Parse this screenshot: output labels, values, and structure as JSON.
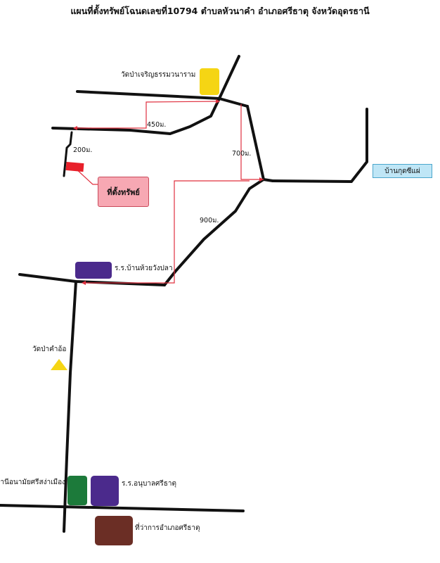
{
  "title": "แผนที่ตั้งทรัพย์โฉนดเลขที่10794 ตำบลหัวนาคำ อำเภอศรีธาตุ จังหวัดอุดรธานี",
  "labels": {
    "temple_north": "วัดป่าเจริญธรรมวนาราม",
    "temple_south": "วัดป่าคำอ้อ",
    "school_huaywangpla": "ร.ร.บ้านห้วยวังปลา",
    "school_anuban": "ร.ร.อนุบาลศรีธาตุ",
    "health_station": "สถานีอนามัยศรีสง่าเมือง",
    "district_office": "ที่ว่าการอำเภอศรีธาตุ",
    "property": "ที่ตั้งทรัพย์",
    "village": "บ้านกุดซีแผ่"
  },
  "distances": {
    "d450": "450ม.",
    "d200": "200ม.",
    "d700": "700ม.",
    "d900": "900ม."
  },
  "colors": {
    "road": "#111111",
    "route": "#e0303f",
    "temple": "#f5d514",
    "school": "#4b2a8c",
    "health": "#1c7a3a",
    "district_office": "#6b2e25",
    "property_marker": "#e8202a",
    "property_box": "#f7a8b3",
    "village_box": "#bfe6f6"
  }
}
